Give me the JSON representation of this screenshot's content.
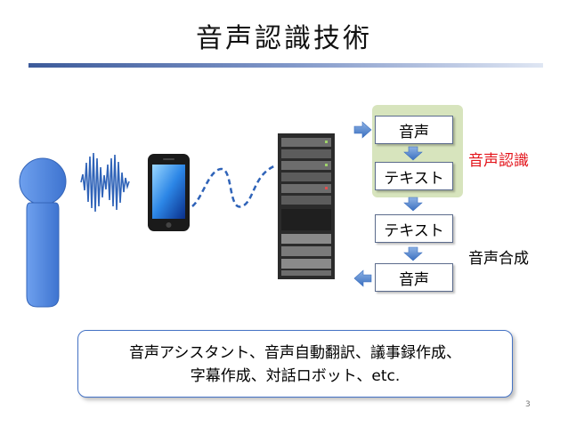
{
  "slide": {
    "title": "音声認識技術",
    "page_number": "3"
  },
  "flow": {
    "recognition_input": "音声",
    "recognition_output": "テキスト",
    "synthesis_input": "テキスト",
    "synthesis_output": "音声",
    "recognition_label": "音声認識",
    "synthesis_label": "音声合成"
  },
  "note": {
    "line1": "音声アシスタント、音声自動翻訳、議事録作成、",
    "line2": "字幕作成、対話ロボット、etc."
  },
  "colors": {
    "accent_red": "#e3141b",
    "arrow_blue": "#4f81bd",
    "person_blue": "#4a86e8",
    "highlight_green": "#d7e4bd"
  },
  "icons": [
    "person-icon",
    "sound-wave-icon",
    "smartphone-icon",
    "server-rack-icon",
    "arrow-icon"
  ]
}
